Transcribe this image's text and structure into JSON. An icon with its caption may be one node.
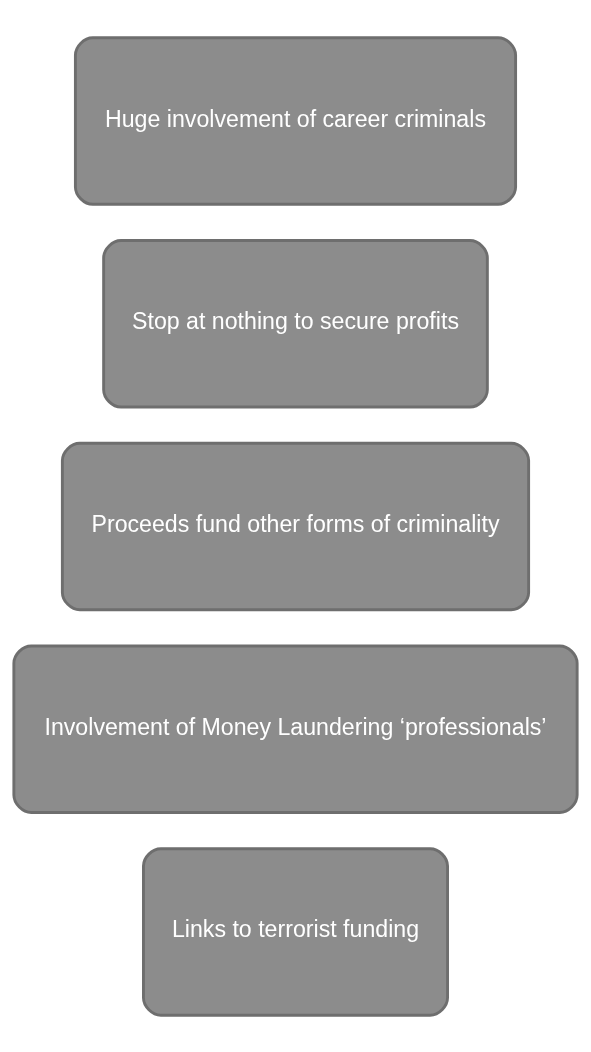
{
  "diagram": {
    "nodes": [
      {
        "text": [
          "Huge involvement of career criminals"
        ]
      },
      {
        "text": [
          "Stop at nothing to secure profits"
        ]
      },
      {
        "text": [
          "Proceeds fund other forms of criminality"
        ]
      },
      {
        "text": [
          "Involvement of Money Laundering ‘professionals’"
        ]
      },
      {
        "text": [
          "Links to terrorist funding"
        ]
      }
    ]
  }
}
